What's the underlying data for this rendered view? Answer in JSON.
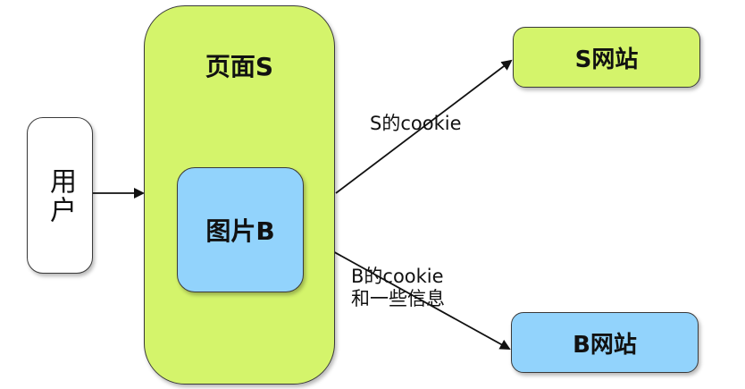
{
  "nodes": {
    "user": "用户",
    "page": "页面S",
    "image": "图片B",
    "site_s": "S网站",
    "site_b": "B网站"
  },
  "edges": {
    "page_to_site_s": "S的cookie",
    "image_to_site_b_line1": "B的cookie",
    "image_to_site_b_line2": "和一些信息"
  },
  "colors": {
    "green_fill": "#d4f46b",
    "blue_fill": "#92d3fc",
    "white_fill": "#ffffff",
    "stroke": "#3a3a3a"
  }
}
